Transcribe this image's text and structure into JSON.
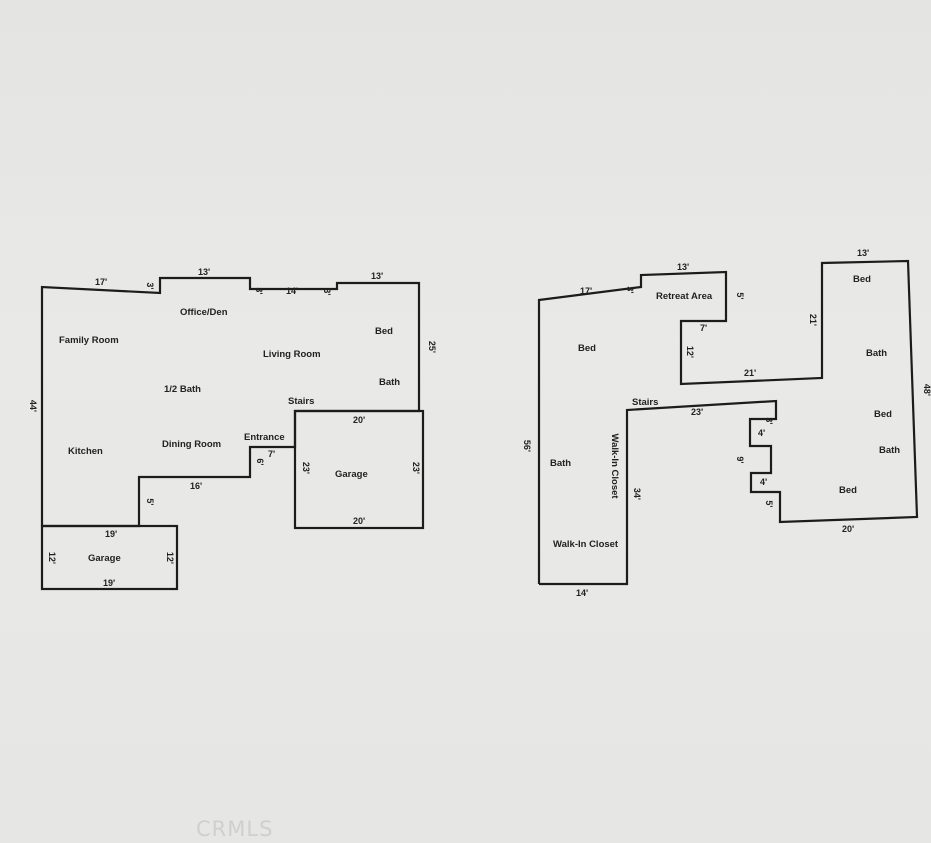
{
  "watermark": "CRMLS",
  "first_floor": {
    "rooms": {
      "family_room": "Family Room",
      "office_den": "Office/Den",
      "living_room": "Living Room",
      "bed": "Bed",
      "bath": "Bath",
      "half_bath": "1/2 Bath",
      "stairs": "Stairs",
      "kitchen": "Kitchen",
      "dining_room": "Dining Room",
      "entrance": "Entrance",
      "garage_main": "Garage",
      "garage_small": "Garage"
    },
    "dims": {
      "left_44": "44'",
      "top_17": "17'",
      "step_3a": "3'",
      "top_13a": "13'",
      "step_3b": "3'",
      "top_14": "14'",
      "step_3c": "3'",
      "top_13b": "13'",
      "right_25": "25'",
      "garage_top_20": "20'",
      "garage_left_23": "23'",
      "garage_right_23": "23'",
      "garage_bottom_20": "20'",
      "entrance_7": "7'",
      "entrance_6": "6'",
      "bottom_16": "16'",
      "step_5": "5'",
      "sg_top_19": "19'",
      "sg_left_12": "12'",
      "sg_right_12": "12'",
      "sg_bottom_19": "19'"
    }
  },
  "second_floor": {
    "rooms": {
      "bed_left": "Bed",
      "retreat_area": "Retreat Area",
      "bath_left": "Bath",
      "walk_in_closet_vertical": "Walk-In Closet",
      "walk_in_closet": "Walk-In Closet",
      "stairs": "Stairs",
      "bed_top": "Bed",
      "bath_right_top": "Bath",
      "bed_mid": "Bed",
      "bath_right_mid": "Bath",
      "bed_bottom": "Bed"
    },
    "dims": {
      "left_56": "56'",
      "top_17": "17'",
      "step_3": "3'",
      "retreat_13": "13'",
      "retreat_5": "5'",
      "inner_7": "7'",
      "inner_12": "12'",
      "inner_21": "21'",
      "tower_21": "21'",
      "tower_top_13": "13'",
      "right_48": "48'",
      "inner_23": "23'",
      "inner_34": "34'",
      "bottom_14": "14'",
      "step_3b": "3'",
      "notch_4a": "4'",
      "notch_9": "9'",
      "notch_4b": "4'",
      "notch_5": "5'",
      "bottom_20": "20'"
    }
  }
}
